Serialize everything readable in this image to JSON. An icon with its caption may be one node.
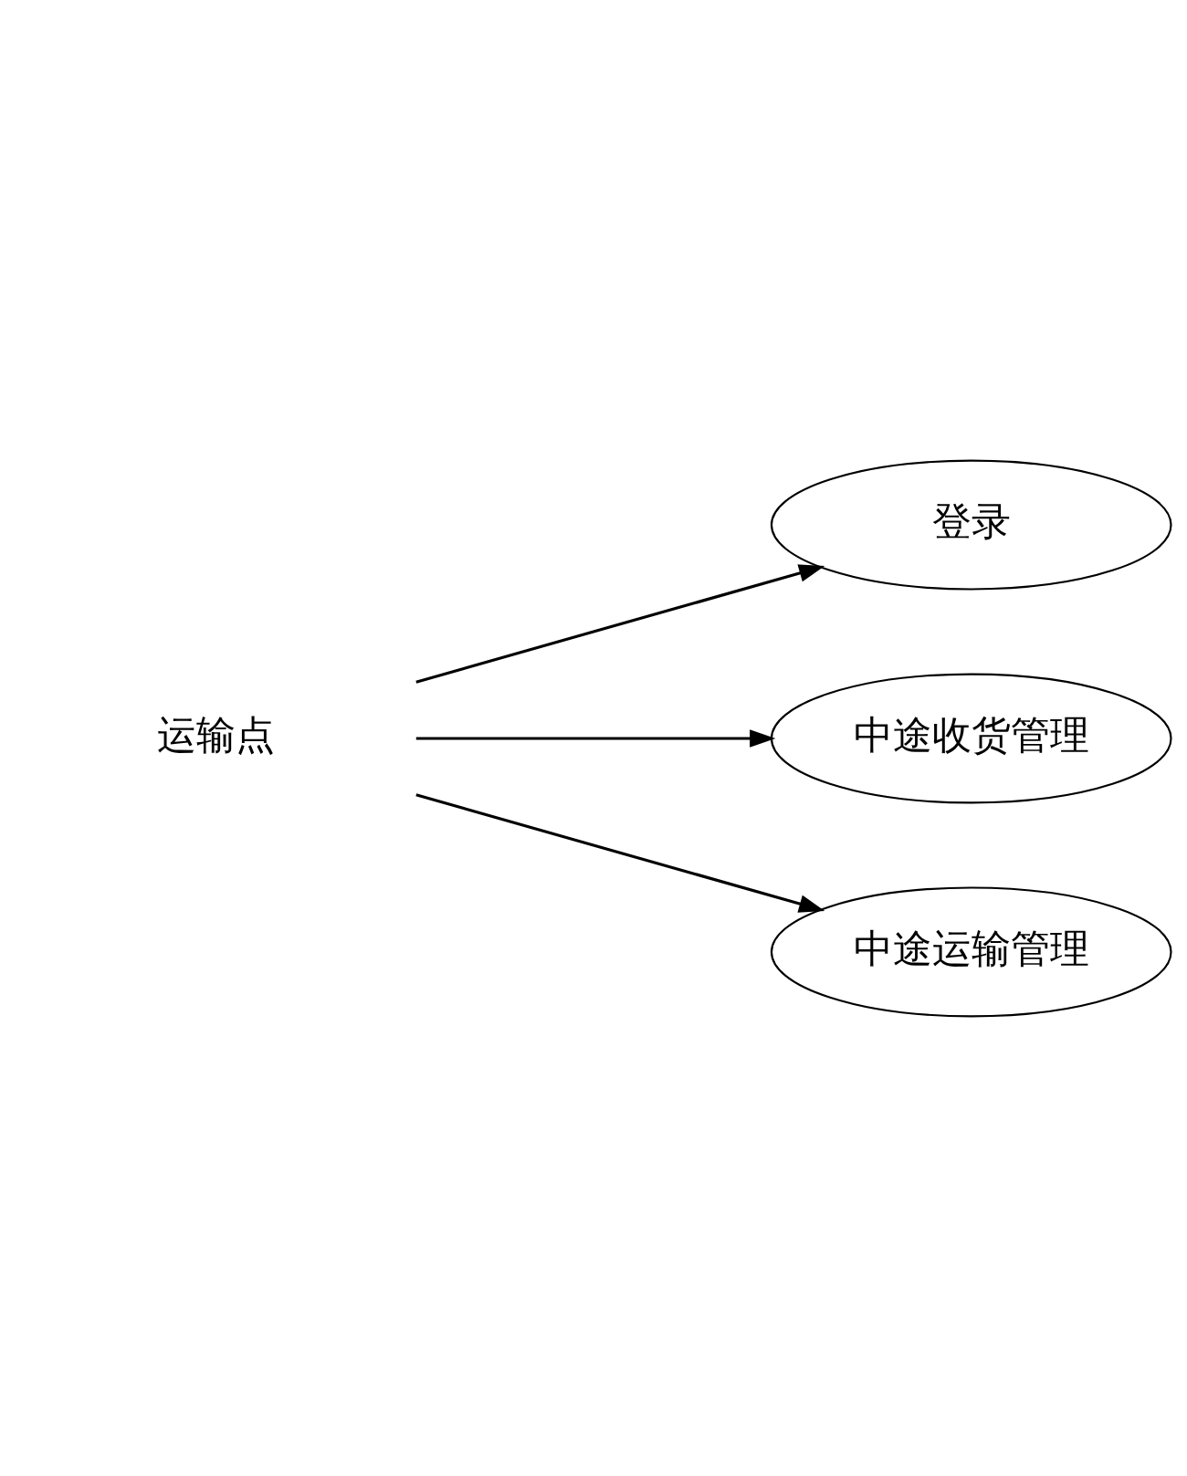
{
  "diagram": {
    "nodes": [
      {
        "text": [
          "运输点"
        ]
      },
      {
        "text": [
          "登录"
        ]
      },
      {
        "text": [
          "中途收货管理"
        ]
      },
      {
        "text": [
          "中途运输管理"
        ]
      }
    ],
    "edges": [
      {
        "from": 0,
        "to": 1,
        "arrow": "to"
      },
      {
        "from": 0,
        "to": 2,
        "arrow": "to"
      },
      {
        "from": 0,
        "to": 3,
        "arrow": "to"
      }
    ]
  }
}
